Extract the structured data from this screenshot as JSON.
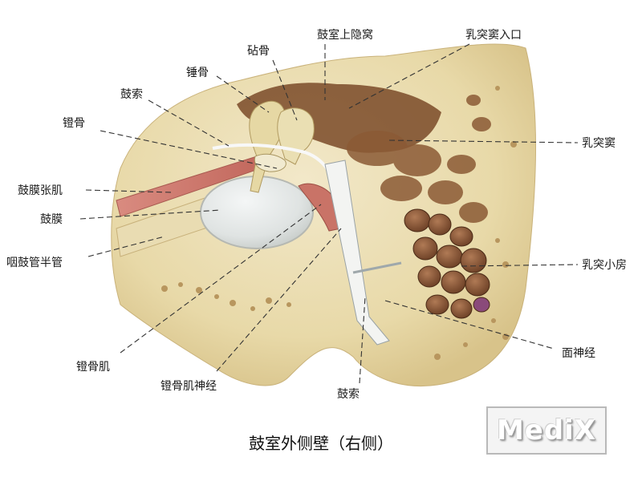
{
  "title": "鼓室外侧壁（右侧）",
  "labels": {
    "chorda_tympani_top": "鼓索",
    "malleus": "锤骨",
    "incus": "砧骨",
    "epitympanic_recess": "鼓室上隐窝",
    "mastoid_antrum_entrance": "乳突窦入口",
    "stapes": "镫骨",
    "mastoid_antrum": "乳突窦",
    "tensor_tympani": "鼓膜张肌",
    "tympanic_membrane": "鼓膜",
    "pharyngotympanic_semicanal": "咽鼓管半管",
    "mastoid_cells": "乳突小房",
    "stapedius": "镫骨肌",
    "facial_nerve": "面神经",
    "stapedius_nerve": "镫骨肌神经",
    "chorda_tympani_bottom": "鼓索"
  },
  "watermark": "MediX"
}
